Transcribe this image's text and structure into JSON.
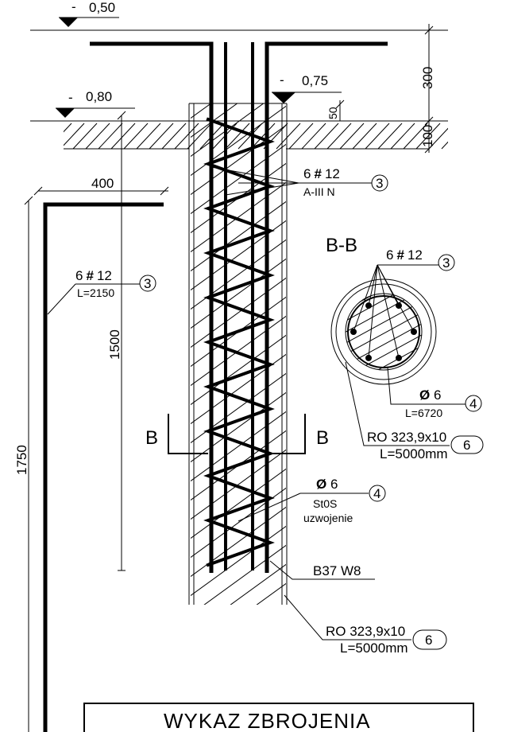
{
  "levels": {
    "top": "0,50",
    "ground": "0,80",
    "pile_head": "0,75",
    "sign": "-"
  },
  "dimensions": {
    "d300": "300",
    "d100": "100",
    "d50": "50",
    "d400": "400",
    "d1500": "1500",
    "d1750": "1750"
  },
  "rebar_main": {
    "count": "6",
    "symbol": "#",
    "diameter": "12",
    "grade": "A-III N",
    "mark": "3"
  },
  "rebar_detail": {
    "count": "6",
    "symbol": "#",
    "diameter": "12",
    "length": "L=2150",
    "mark": "3"
  },
  "section": {
    "title": "B-B",
    "bar_count": "6",
    "bar_symbol": "#",
    "bar_diameter": "12",
    "bar_mark": "3",
    "spiral_symbol": "Ø",
    "spiral_diameter": "6",
    "spiral_length": "L=6720",
    "spiral_mark": "4",
    "tube": "RO 323,9x10",
    "tube_length": "L=5000mm",
    "tube_mark": "6"
  },
  "cut_marks": {
    "left": "B",
    "right": "B"
  },
  "spiral": {
    "symbol": "Ø",
    "diameter": "6",
    "steel": "St0S",
    "desc": "uzwojenie",
    "mark": "4"
  },
  "concrete": "B37 W8",
  "tube_bottom": {
    "tube": "RO 323,9x10",
    "length": "L=5000mm",
    "mark": "6"
  },
  "schedule_title": "WYKAZ ZBROJENIA"
}
